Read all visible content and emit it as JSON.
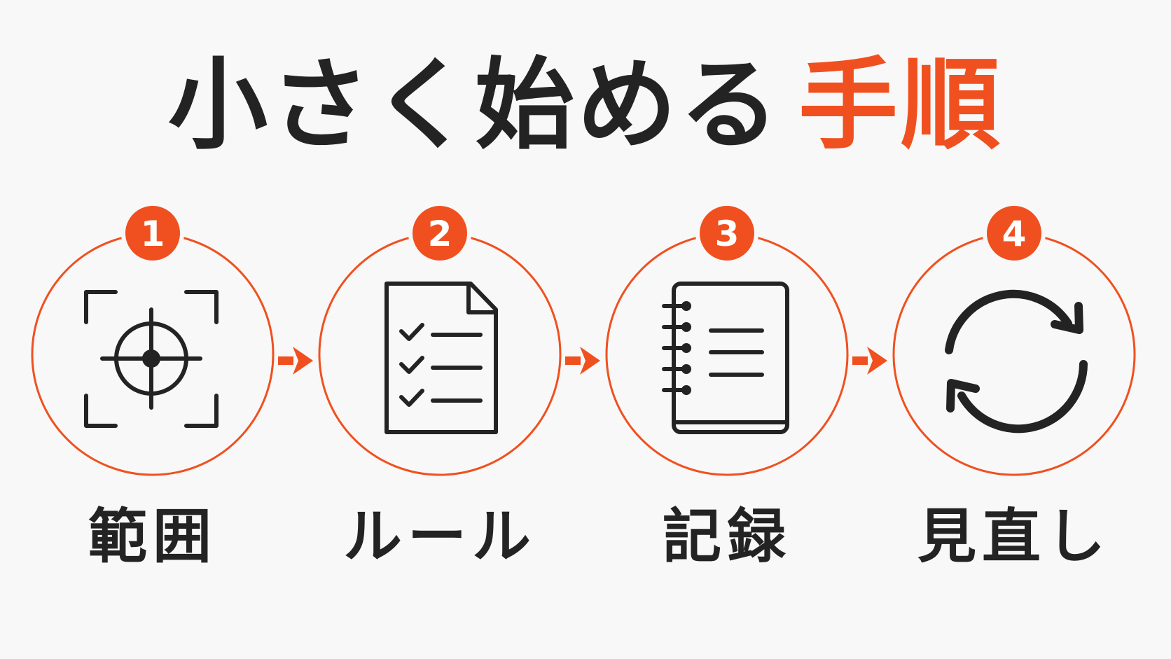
{
  "title": {
    "main": "小さく始める",
    "accent": "手順"
  },
  "colors": {
    "accent": "#f0501f",
    "text": "#232323",
    "background": "#f8f8f8"
  },
  "steps": [
    {
      "number": "1",
      "label": "範囲",
      "icon": "target-crosshair-icon"
    },
    {
      "number": "2",
      "label": "ルール",
      "icon": "checklist-document-icon"
    },
    {
      "number": "3",
      "label": "記録",
      "icon": "spiral-notebook-icon"
    },
    {
      "number": "4",
      "label": "見直し",
      "icon": "refresh-cycle-icon"
    }
  ],
  "connector_icon": "arrow-right-icon"
}
